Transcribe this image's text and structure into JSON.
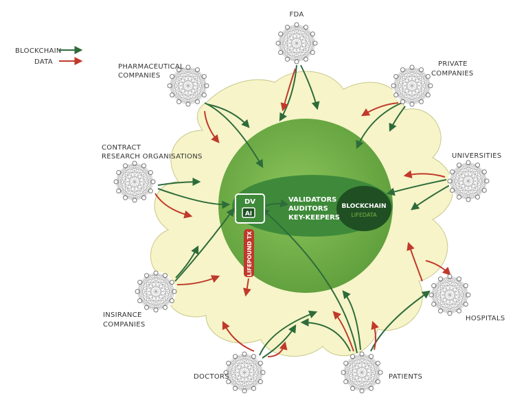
{
  "legend": {
    "blockchain_label": "BLOCKCHAIN",
    "data_label": "DATA",
    "blockchain_color": "#2e6b3a",
    "data_color": "#c0392b"
  },
  "nodes": {
    "fda": "FDA",
    "pharma_1": "PHARMACEUTICAL",
    "pharma_2": "COMPANIES",
    "private_1": "PRIVATE",
    "private_2": "COMPANIES",
    "cro_1": "CONTRACT",
    "cro_2": "RESEARCH ORGANISATIONS",
    "universities": "UNIVERSITIES",
    "insurance_1": "INSIRANCE",
    "insurance_2": "COMPANIES",
    "hospitals": "HOSPITALS",
    "doctors": "DOCTORS",
    "patients": "PATIENTS"
  },
  "center": {
    "dv": "DV",
    "ai": "AI",
    "tx": "LIFEPOUND TX",
    "validators": "VALIDATORS",
    "auditors": "AUDITORS",
    "keykeepers": "KEY-KEEPERS",
    "blockchain": "BLOCKCHAIN",
    "lifedata": "LIFEDATA",
    "cloud_color": "#f6f4c8",
    "outer_circle_color": "#7ab648",
    "inner_ellipse_color": "#3e8a3a",
    "core_color": "#1f4f22"
  }
}
